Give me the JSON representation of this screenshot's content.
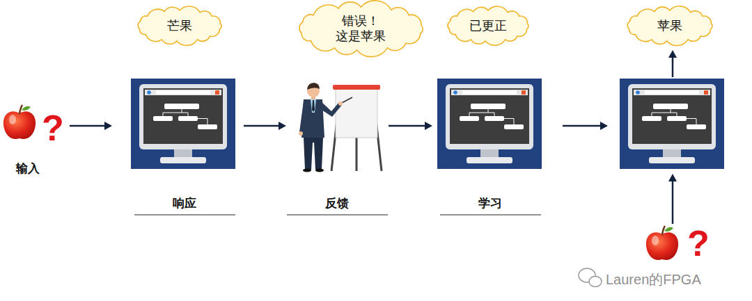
{
  "diagram": {
    "nodes": [
      {
        "text": [
          "芒果"
        ]
      },
      {
        "text": [
          "错误！ 这是苹果"
        ]
      },
      {
        "text": [
          "已更正"
        ]
      },
      {
        "text": [
          "苹果"
        ]
      }
    ],
    "labels": [
      "?",
      "输入",
      "响应",
      "反馈",
      "学习",
      "?",
      "Lauren的FPGA"
    ]
  }
}
